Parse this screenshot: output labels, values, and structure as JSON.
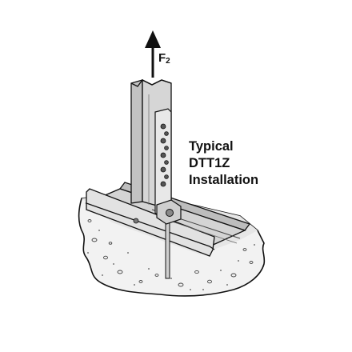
{
  "force": {
    "symbol": "F",
    "subscript": "2"
  },
  "caption": {
    "line1": "Typical",
    "line2": "DTT1Z",
    "line3": "Installation"
  },
  "colors": {
    "steel": "#d9d9d9",
    "steel_dark": "#a9a9a9",
    "concrete": "#f0f0f0",
    "ink": "#111111"
  },
  "icons": {
    "force_arrow": "up-arrow-icon"
  }
}
